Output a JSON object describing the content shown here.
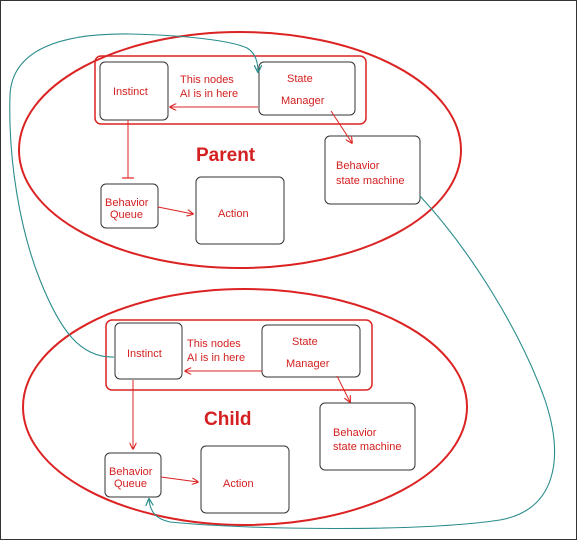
{
  "colors": {
    "red": "#dc2323",
    "teal": "#2a8c8c",
    "box_stroke": "#333333",
    "text_black": "#1a1a1a",
    "text_red": "#d42020"
  },
  "parent": {
    "title": "Parent",
    "instinct": "Instinct",
    "note_line1": "This nodes",
    "note_line2": "AI is in here",
    "state_line1": "State",
    "state_line2": "Manager",
    "bsm_line1": "Behavior",
    "bsm_line2": "state machine",
    "queue_line1": "Behavior",
    "queue_line2": "Queue",
    "action": "Action"
  },
  "child": {
    "title": "Child",
    "instinct": "Instinct",
    "note_line1": "This nodes",
    "note_line2": "AI is in here",
    "state_line1": "State",
    "state_line2": "Manager",
    "bsm_line1": "Behavior",
    "bsm_line2": "state machine",
    "queue_line1": "Behavior",
    "queue_line2": "Queue",
    "action": "Action"
  }
}
